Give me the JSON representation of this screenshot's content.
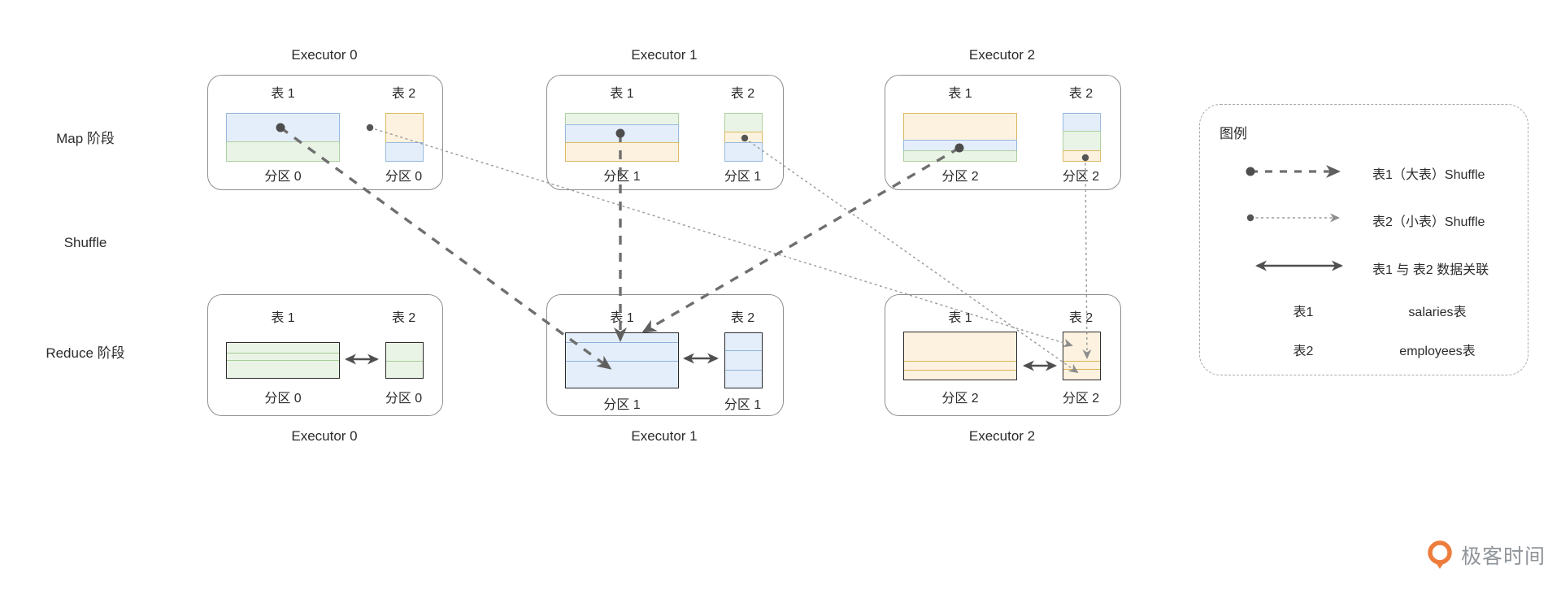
{
  "stages": {
    "map": "Map 阶段",
    "shuffle": "Shuffle",
    "reduce": "Reduce 阶段"
  },
  "map_row": {
    "executors": [
      {
        "title": "Executor 0",
        "table1_label": "表 1",
        "table2_label": "表 2",
        "partition1": "分区 0",
        "partition2": "分区 0"
      },
      {
        "title": "Executor 1",
        "table1_label": "表 1",
        "table2_label": "表 2",
        "partition1": "分区 1",
        "partition2": "分区 1"
      },
      {
        "title": "Executor 2",
        "table1_label": "表 1",
        "table2_label": "表 2",
        "partition1": "分区 2",
        "partition2": "分区 2"
      }
    ]
  },
  "reduce_row": {
    "executors": [
      {
        "title": "Executor 0",
        "table1_label": "表 1",
        "table2_label": "表 2",
        "partition1": "分区 0",
        "partition2": "分区 0"
      },
      {
        "title": "Executor 1",
        "table1_label": "表 1",
        "table2_label": "表 2",
        "partition1": "分区 1",
        "partition2": "分区 1"
      },
      {
        "title": "Executor 2",
        "table1_label": "表 1",
        "table2_label": "表 2",
        "partition1": "分区 2",
        "partition2": "分区 2"
      }
    ]
  },
  "legend": {
    "title": "图例",
    "items": [
      {
        "label": "表1（大表）Shuffle",
        "style": "dashed-arrow"
      },
      {
        "label": "表2（小表）Shuffle",
        "style": "dotted-arrow"
      },
      {
        "label": "表1 与 表2 数据关联",
        "style": "double-arrow"
      }
    ],
    "mappings": [
      {
        "alias": "表1",
        "table": "salaries表"
      },
      {
        "alias": "表2",
        "table": "employees表"
      }
    ]
  },
  "logo": {
    "text": "极客时间"
  },
  "colors": {
    "table_blue_fill": "#e4eefa",
    "table_blue_border": "#97b9de",
    "table_green_fill": "#eaf4e6",
    "table_green_border": "#aed0a0",
    "table_orange_fill": "#fdf2df",
    "table_orange_border": "#dcba62",
    "box_border": "#8f8f8f",
    "arrow_table1": "#6b6b6b",
    "arrow_table2": "#9a9a9a",
    "arrow_join": "#4f4f4f",
    "logo_orange": "#ee7d3d",
    "logo_text_gray": "#8f9499"
  }
}
